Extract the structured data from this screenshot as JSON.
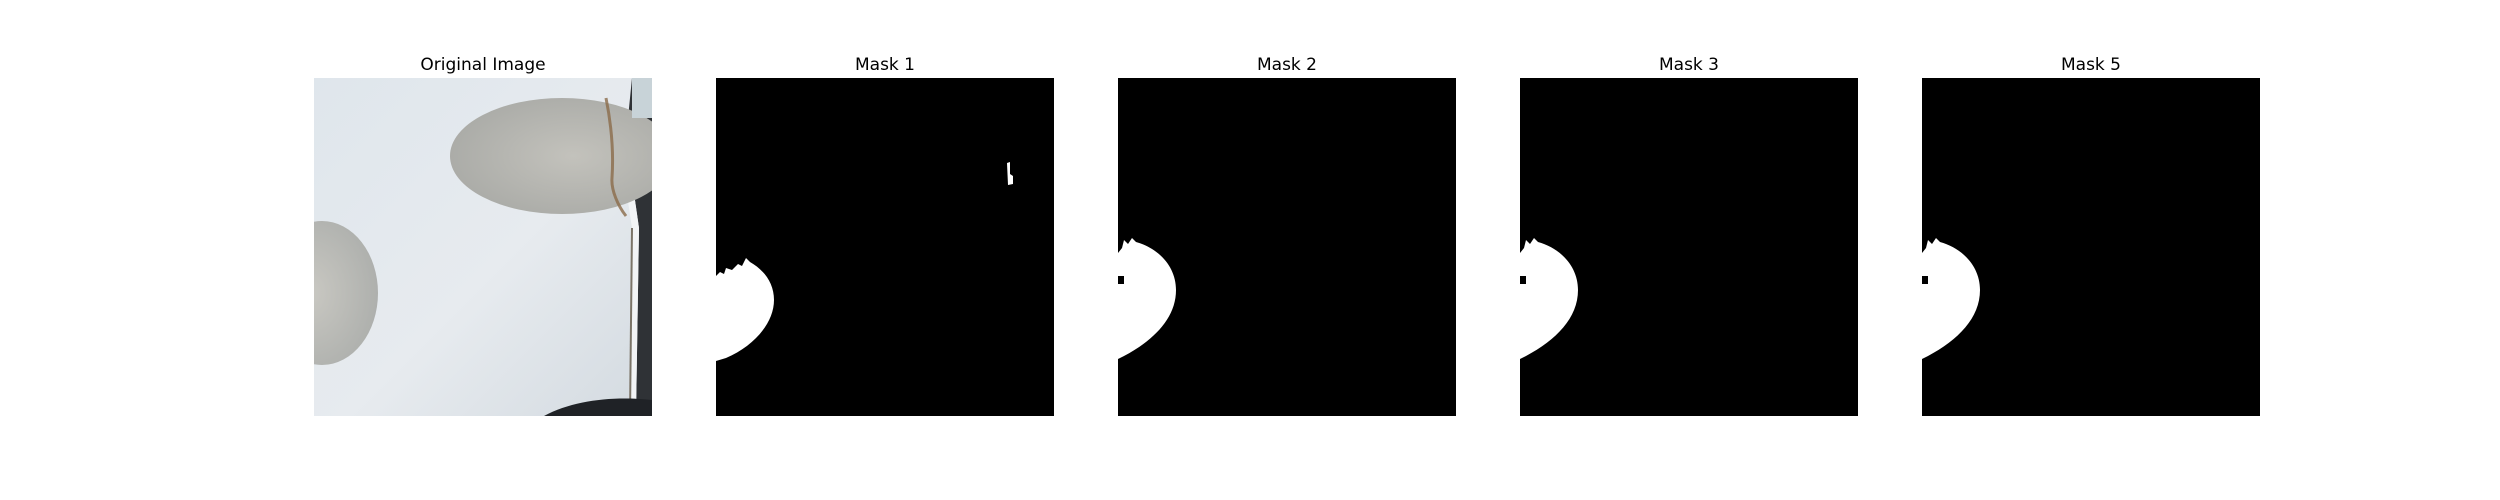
{
  "figure": {
    "panels": [
      {
        "title": "Original Image",
        "kind": "photo"
      },
      {
        "title": "Mask 1",
        "kind": "mask"
      },
      {
        "title": "Mask 2",
        "kind": "mask"
      },
      {
        "title": "Mask 3",
        "kind": "mask"
      },
      {
        "title": "Mask 5",
        "kind": "mask"
      }
    ]
  },
  "colors": {
    "background": "#ffffff",
    "mask_background": "#000000",
    "mask_foreground": "#ffffff",
    "photo_surface": "#dde3e8",
    "photo_spot": "#b9b9b6"
  }
}
